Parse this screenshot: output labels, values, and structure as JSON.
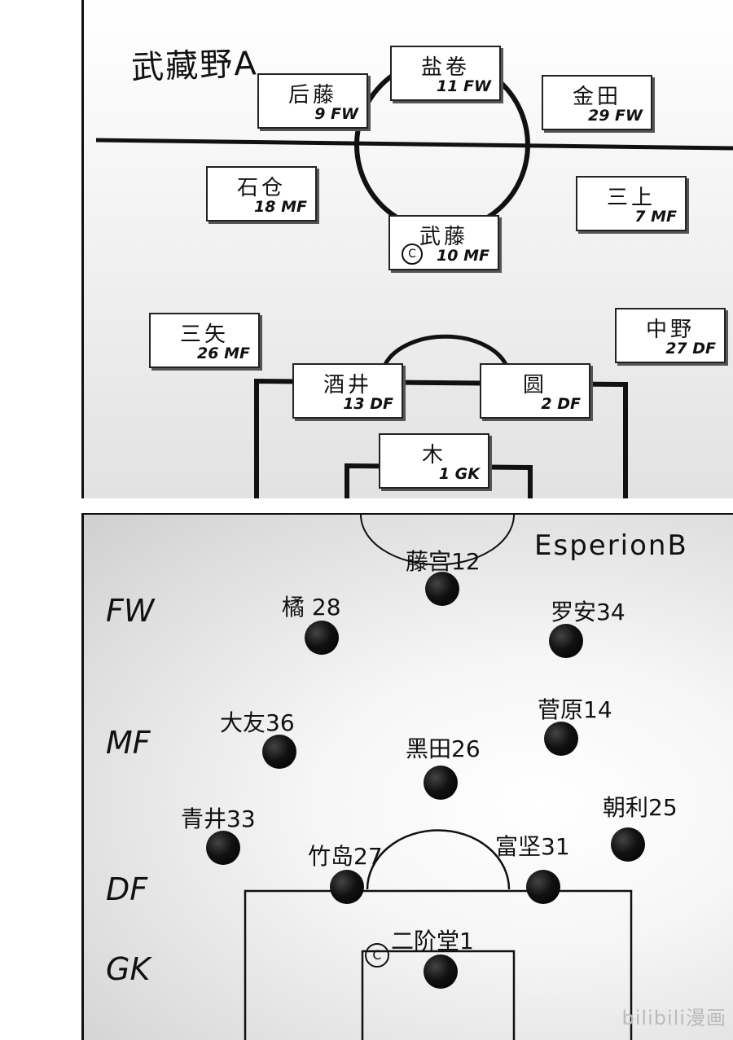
{
  "panel_a": {
    "title": "武藏野A",
    "players": [
      {
        "name": "盐卷",
        "number": "11 FW"
      },
      {
        "name": "后藤",
        "number": "9 FW"
      },
      {
        "name": "金田",
        "number": "29 FW"
      },
      {
        "name": "石仓",
        "number": "18 MF"
      },
      {
        "name": "三上",
        "number": "7 MF"
      },
      {
        "name": "武藤",
        "number": "10 MF",
        "captain_mark": "C"
      },
      {
        "name": "三矢",
        "number": "26 MF"
      },
      {
        "name": "中野",
        "number": "27 DF"
      },
      {
        "name": "酒井",
        "number": "13 DF"
      },
      {
        "name": "圆",
        "number": "2 DF"
      },
      {
        "name": "木",
        "number": "1 GK"
      }
    ]
  },
  "panel_b": {
    "title": "EsperionB",
    "positions": {
      "fw": "FW",
      "mf": "MF",
      "df": "DF",
      "gk": "GK"
    },
    "players": [
      {
        "label": "藤宫12"
      },
      {
        "label": "橘 28"
      },
      {
        "label": "罗安34"
      },
      {
        "label": "大友36"
      },
      {
        "label": "菅原14"
      },
      {
        "label": "黑田26"
      },
      {
        "label": "青井33"
      },
      {
        "label": "朝利25"
      },
      {
        "label": "竹岛27"
      },
      {
        "label": "富坚31"
      },
      {
        "label": "二阶堂1",
        "captain_mark": "C"
      }
    ]
  },
  "watermark": "bilibili漫画"
}
